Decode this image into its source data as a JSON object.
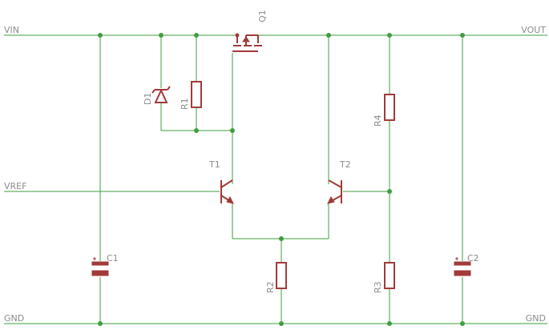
{
  "nets": {
    "vin": "VIN",
    "vout": "VOUT",
    "vref": "VREF",
    "gnd_left": "GND",
    "gnd_right": "GND"
  },
  "components": {
    "q1": "Q1",
    "d1": "D1",
    "r1": "R1",
    "r2": "R2",
    "r3": "R3",
    "r4": "R4",
    "t1": "T1",
    "t2": "T2",
    "c1": "C1",
    "c2": "C2"
  },
  "colors": {
    "wire": "#3f9e3f",
    "component": "#a23a3a",
    "label": "#8c8c8c",
    "background": "#ffffff"
  }
}
